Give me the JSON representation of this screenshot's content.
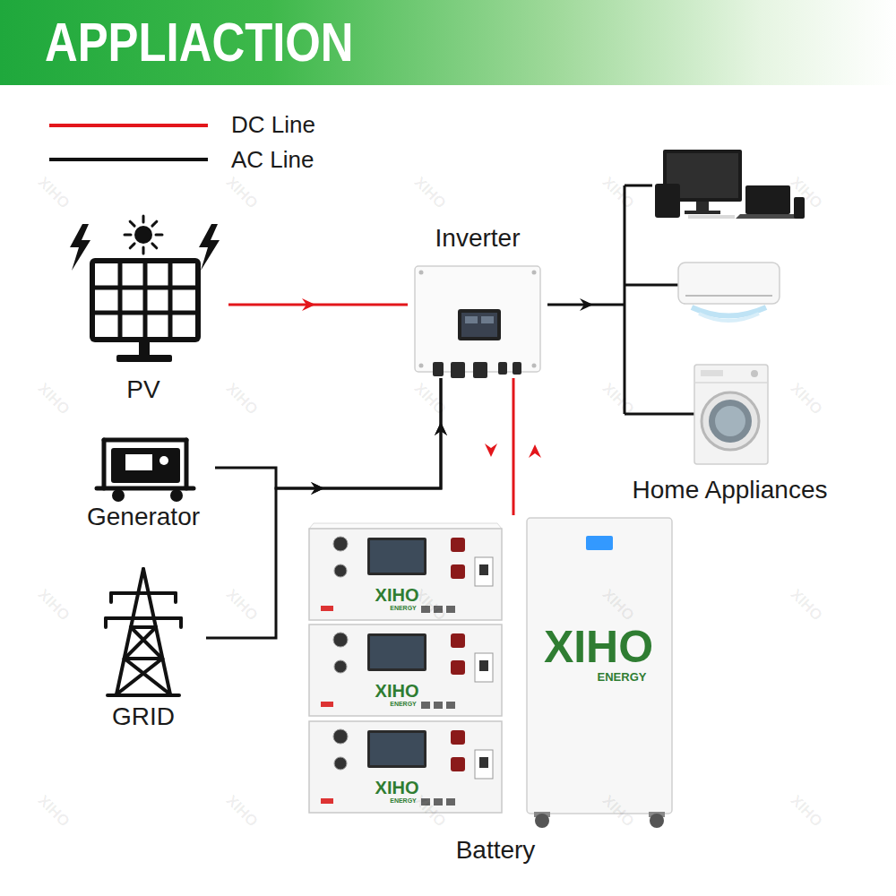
{
  "diagram": {
    "title": "APPLIACTION",
    "nodes": [
      {
        "text": [
          "PV"
        ]
      },
      {
        "text": [
          "Inverter"
        ]
      },
      {
        "text": [
          "Home Appliances"
        ]
      },
      {
        "text": [
          "Generator"
        ]
      },
      {
        "text": [
          "GRID"
        ]
      },
      {
        "text": [
          "Battery"
        ]
      }
    ],
    "edges": [
      {
        "from": 0,
        "to": 1,
        "arrow": "to"
      },
      {
        "from": 1,
        "to": 2,
        "arrow": "to"
      },
      {
        "from": 3,
        "to": 1,
        "arrow": "to"
      },
      {
        "from": 4,
        "to": 1,
        "arrow": "to"
      },
      {
        "from": 1,
        "to": 5,
        "arrow": "both"
      }
    ],
    "labels": [
      "XIHO",
      "XIHO",
      "XIHO",
      "XIHO",
      "XIHO",
      "XIHO",
      "XIHO",
      "XIHO",
      "XIHO",
      "XIHO",
      "XIHO",
      "XIHO",
      "XIHO",
      "XIHO",
      "XIHO",
      "XIHO",
      "XIHO",
      "XIHO",
      "XIHO",
      "XIHO",
      "XIHO",
      "ENERGY",
      "XIHO",
      "ENERGY",
      "XIHO",
      "ENERGY",
      "XIHO",
      "ENERGY"
    ],
    "legend": [
      {
        "text": "DC Line"
      },
      {
        "text": "AC Line"
      }
    ]
  }
}
